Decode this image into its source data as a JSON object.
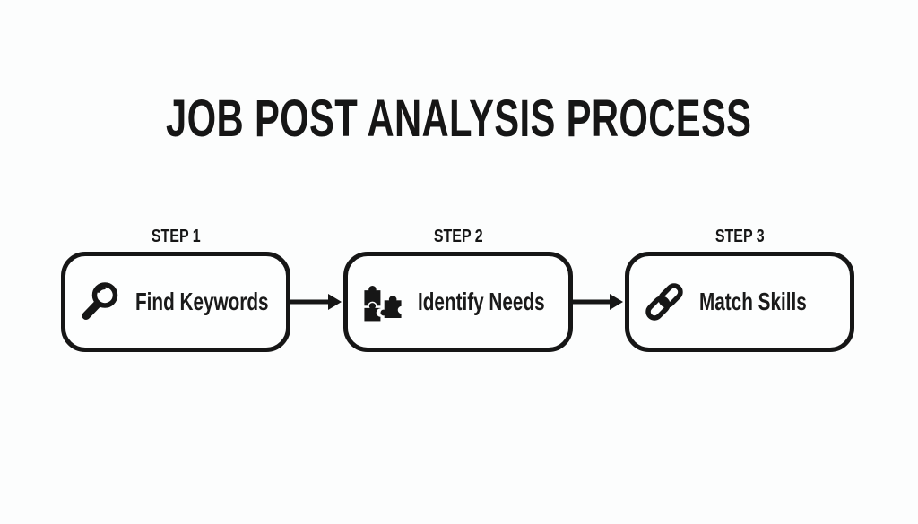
{
  "title": "JOB POST ANALYSIS PROCESS",
  "colors": {
    "background": "#fcfdfd",
    "ink": "#161616",
    "box_fill": "#fdfefe"
  },
  "steps": [
    {
      "label": "STEP 1",
      "name": "Find Keywords",
      "icon": "magnifier-icon"
    },
    {
      "label": "STEP 2",
      "name": "Identify Needs",
      "icon": "puzzle-icon"
    },
    {
      "label": "STEP 3",
      "name": "Match Skills",
      "icon": "link-icon"
    }
  ],
  "connectors": [
    {
      "icon": "arrow-right-icon"
    },
    {
      "icon": "arrow-right-icon"
    }
  ]
}
